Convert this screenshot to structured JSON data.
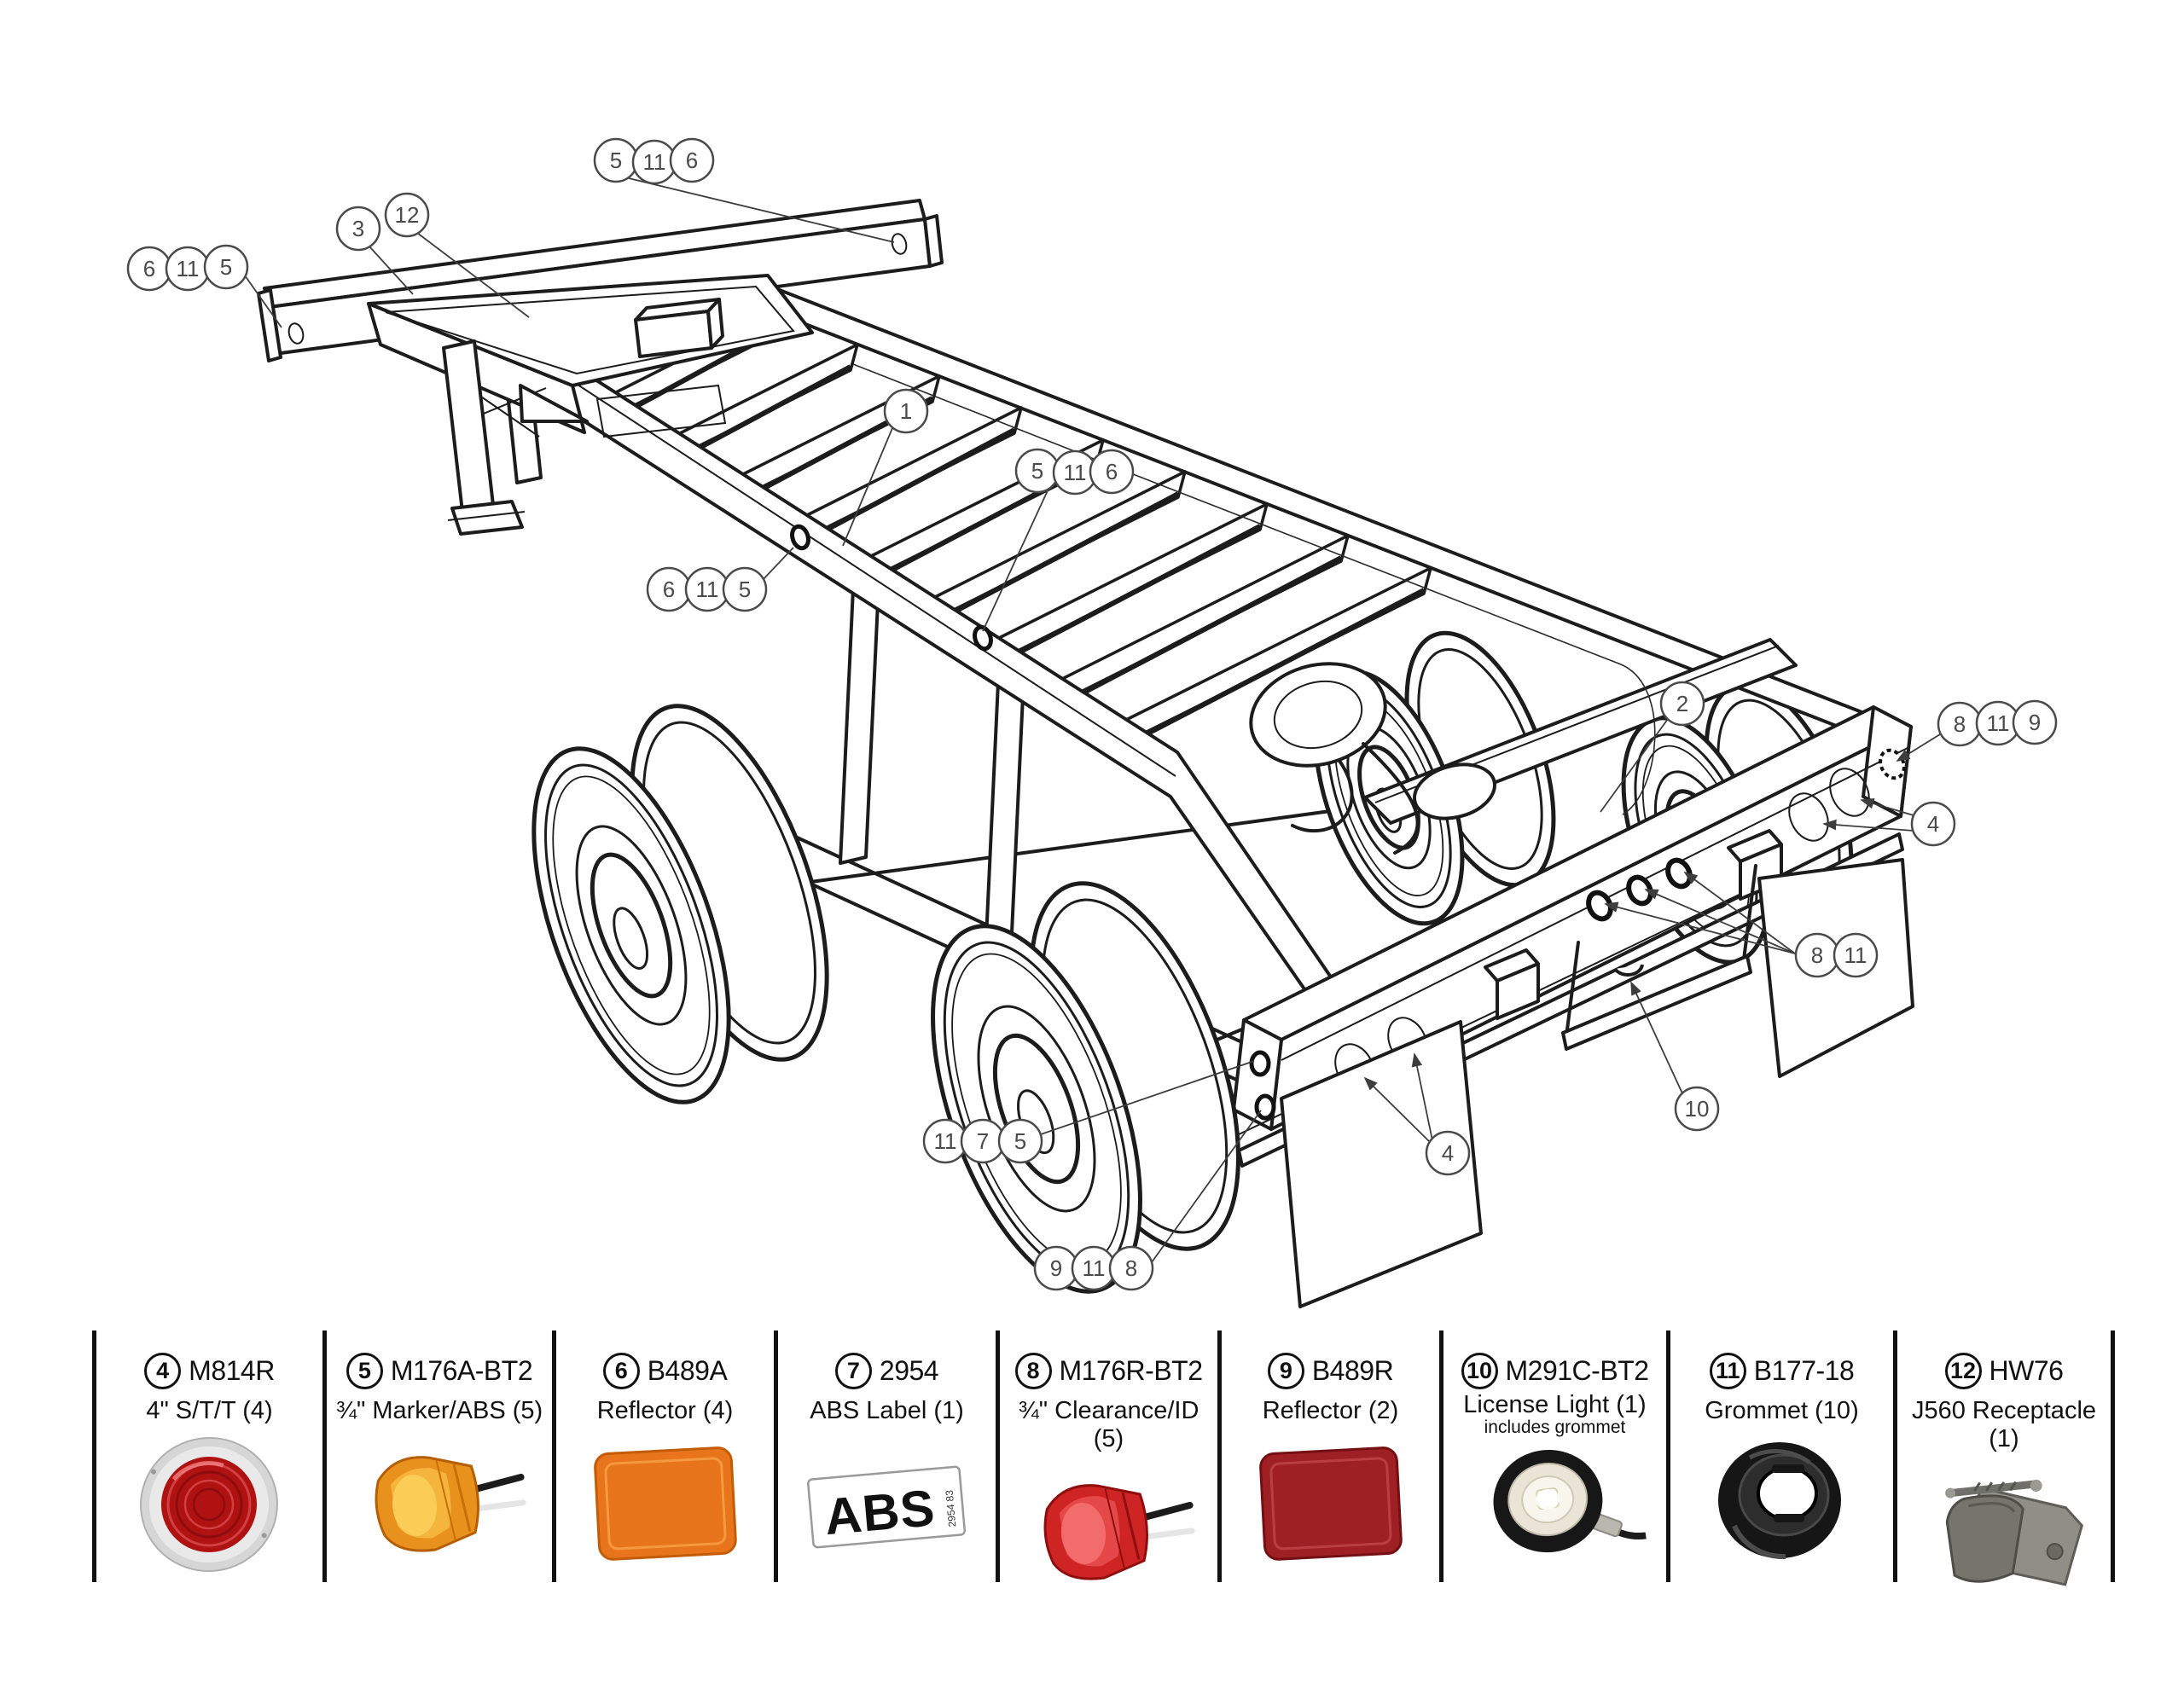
{
  "page": {
    "background": "#ffffff"
  },
  "diagram": {
    "line_color": "#1c1c1c",
    "balloon_color": "#4a4a4a",
    "callouts": [
      {
        "labels": [
          "6",
          "11",
          "5"
        ]
      },
      {
        "labels": [
          "3"
        ]
      },
      {
        "labels": [
          "12"
        ]
      },
      {
        "labels": [
          "5",
          "11",
          "6"
        ]
      },
      {
        "labels": [
          "1"
        ]
      },
      {
        "labels": [
          "5",
          "11",
          "6"
        ]
      },
      {
        "labels": [
          "6",
          "11",
          "5"
        ]
      },
      {
        "labels": [
          "2"
        ]
      },
      {
        "labels": [
          "8",
          "11",
          "9"
        ]
      },
      {
        "labels": [
          "4"
        ]
      },
      {
        "labels": [
          "8",
          "11"
        ]
      },
      {
        "labels": [
          "10"
        ]
      },
      {
        "labels": [
          "11",
          "7",
          "5"
        ]
      },
      {
        "labels": [
          "9",
          "11",
          "8"
        ]
      },
      {
        "labels": [
          "4"
        ]
      }
    ]
  },
  "legend": {
    "items": [
      {
        "number": "4",
        "part": "M814R",
        "desc": "4\" S/T/T (4)"
      },
      {
        "number": "5",
        "part": "M176A-BT2",
        "desc": "¾\" Marker/ABS (5)"
      },
      {
        "number": "6",
        "part": "B489A",
        "desc": "Reflector (4)"
      },
      {
        "number": "7",
        "part": "2954",
        "desc": "ABS Label (1)"
      },
      {
        "number": "8",
        "part": "M176R-BT2",
        "desc": "¾\" Clearance/ID (5)"
      },
      {
        "number": "9",
        "part": "B489R",
        "desc": "Reflector (2)"
      },
      {
        "number": "10",
        "part": "M291C-BT2",
        "desc": "License Light (1)",
        "note": "includes grommet"
      },
      {
        "number": "11",
        "part": "B177-18",
        "desc": "Grommet (10)"
      },
      {
        "number": "12",
        "part": "HW76",
        "desc": "J560 Receptacle (1)"
      }
    ],
    "abs_label": {
      "text": "ABS",
      "side_text": "2954 83"
    },
    "colors": {
      "amber": "#E8791C",
      "red_lens": "#CE2424",
      "dark_red": "#9E1F24",
      "gray": "#8f8f88"
    }
  }
}
